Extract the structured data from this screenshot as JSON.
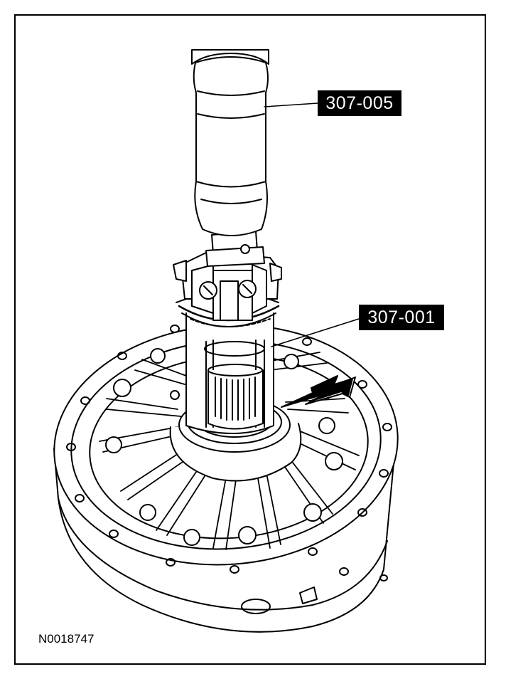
{
  "callouts": {
    "remover_tool": "307-005",
    "cup_tool": "307-001"
  },
  "figure_id": "N0018747",
  "colors": {
    "ink": "#000000",
    "paper": "#ffffff",
    "label_bg": "#000000",
    "label_text": "#ffffff"
  },
  "icons": {
    "direction_arrow": "arrow-icon"
  }
}
